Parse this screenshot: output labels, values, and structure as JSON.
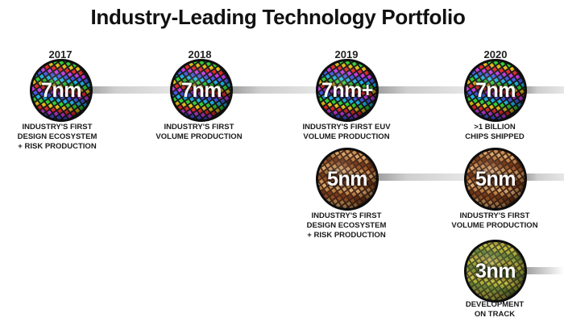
{
  "title": "Industry-Leading Technology Portfolio",
  "years": [
    "2017",
    "2018",
    "2019",
    "2020"
  ],
  "rows": [
    {
      "nodes": [
        {
          "label": "7nm",
          "theme": "rainbow",
          "description": [
            "INDUSTRY'S FIRST",
            "DESIGN ECOSYSTEM",
            "+ RISK PRODUCTION"
          ]
        },
        {
          "label": "7nm",
          "theme": "rainbow",
          "description": [
            "INDUSTRY'S FIRST",
            "VOLUME PRODUCTION"
          ]
        },
        {
          "label": "7nm+",
          "theme": "rainbow",
          "description": [
            "INDUSTRY'S FIRST EUV",
            "VOLUME PRODUCTION"
          ]
        },
        {
          "label": "7nm",
          "theme": "rainbow",
          "description": [
            ">1 BILLION",
            "CHIPS SHIPPED"
          ]
        }
      ]
    },
    {
      "nodes": [
        {
          "label": "5nm",
          "theme": "copper",
          "description": [
            "INDUSTRY'S FIRST",
            "DESIGN ECOSYSTEM",
            "+ RISK PRODUCTION"
          ]
        },
        {
          "label": "5nm",
          "theme": "copper",
          "description": [
            "INDUSTRY'S FIRST",
            "VOLUME PRODUCTION"
          ]
        }
      ]
    },
    {
      "nodes": [
        {
          "label": "3nm",
          "theme": "olive",
          "description": [
            "DEVELOPMENT",
            "ON TRACK"
          ]
        }
      ]
    }
  ],
  "colors": {
    "rainbow": [
      "#ff3030",
      "#ffd21a",
      "#37e637",
      "#1ec8ff",
      "#4a62ff",
      "#e040ff"
    ],
    "copper": [
      "#c98a4a",
      "#a35a2a",
      "#e6b27a",
      "#7a3a1a",
      "#d89a5a"
    ],
    "olive": [
      "#b8b83a",
      "#8fa040",
      "#d6c84a",
      "#6e8a3a",
      "#c0a840"
    ]
  }
}
